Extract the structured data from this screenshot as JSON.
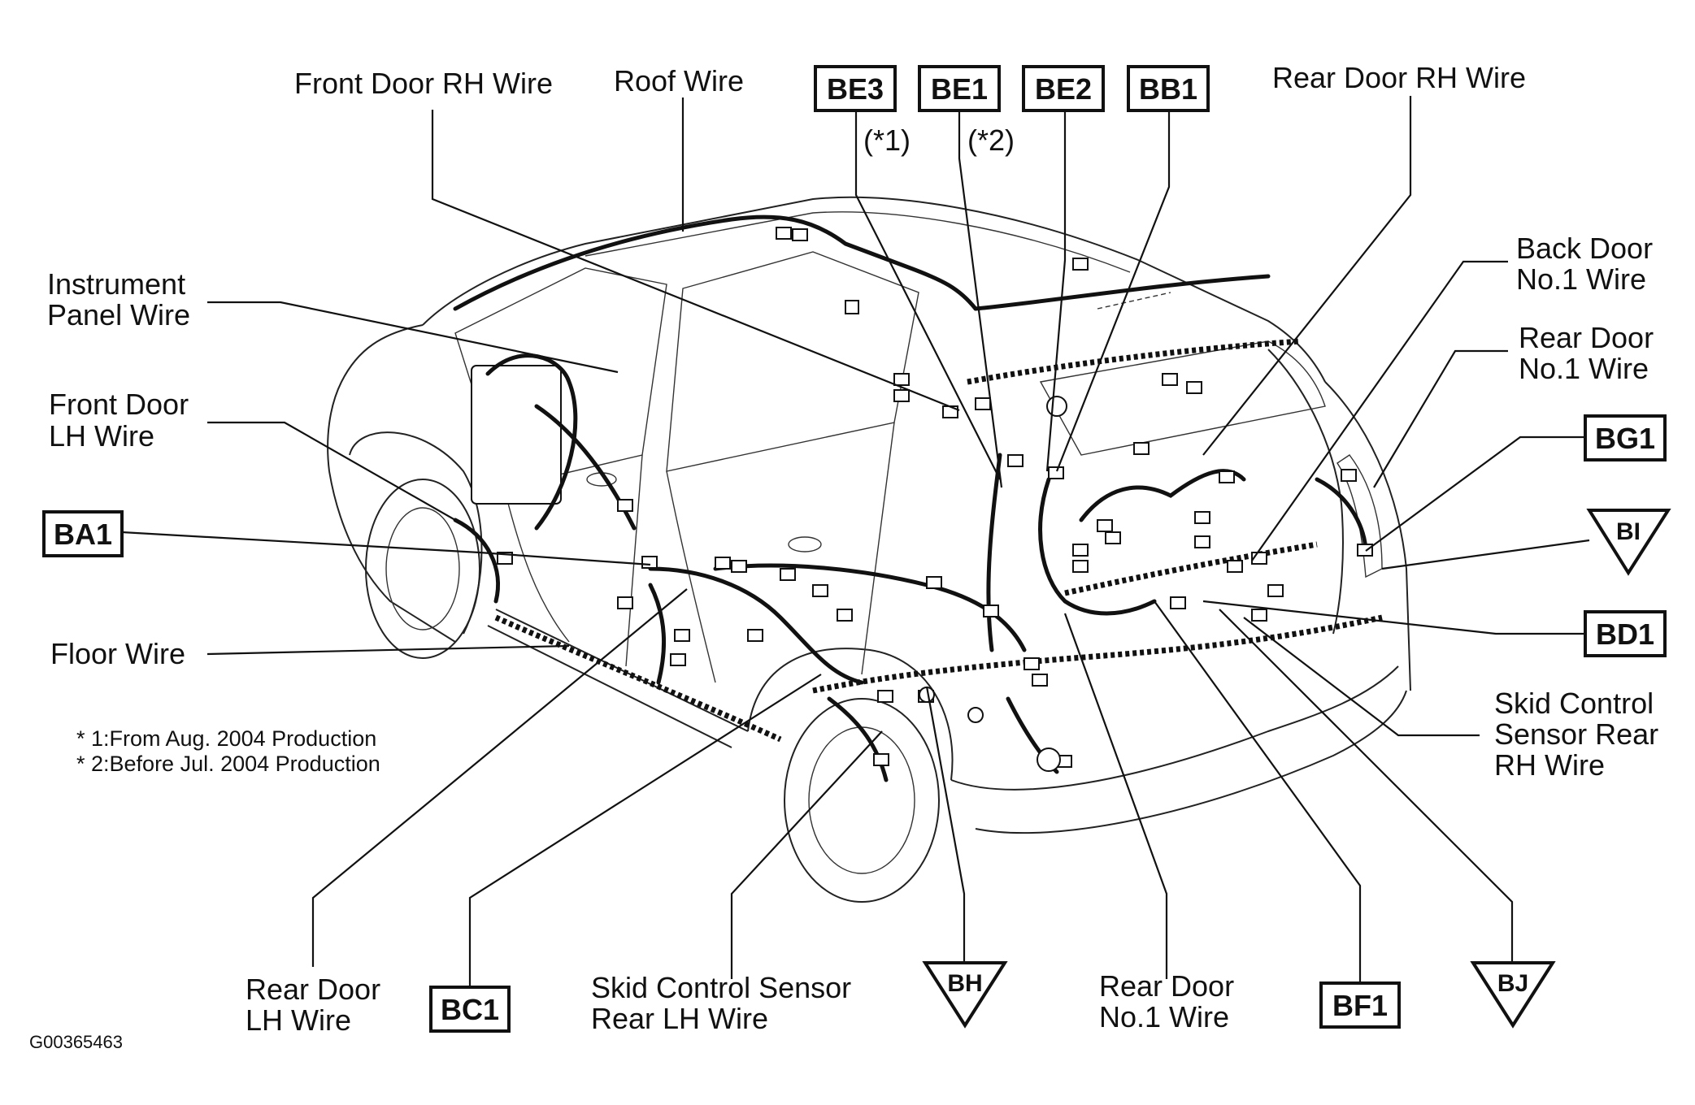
{
  "labels": {
    "front_door_rh_wire": "Front Door RH Wire",
    "roof_wire": "Roof Wire",
    "rear_door_rh_wire": "Rear Door RH Wire",
    "instrument_panel_wire_1": "Instrument",
    "instrument_panel_wire_2": "Panel Wire",
    "front_door_lh_wire_1": "Front Door",
    "front_door_lh_wire_2": "LH Wire",
    "floor_wire": "Floor Wire",
    "back_door_no1_wire_1": "Back Door",
    "back_door_no1_wire_2": "No.1 Wire",
    "rear_door_no1_wire_right_1": "Rear Door",
    "rear_door_no1_wire_right_2": "No.1 Wire",
    "skid_rear_rh_1": "Skid Control",
    "skid_rear_rh_2": "Sensor Rear",
    "skid_rear_rh_3": "RH Wire",
    "rear_door_lh_wire_1": "Rear Door",
    "rear_door_lh_wire_2": "LH Wire",
    "skid_rear_lh_1": "Skid Control Sensor",
    "skid_rear_lh_2": "Rear LH Wire",
    "rear_door_no1_wire_bottom_1": "Rear Door",
    "rear_door_no1_wire_bottom_2": "No.1 Wire"
  },
  "connector_boxes": {
    "be3": "BE3",
    "be1": "BE1",
    "be2": "BE2",
    "bb1": "BB1",
    "ba1": "BA1",
    "bg1": "BG1",
    "bd1": "BD1",
    "bc1": "BC1",
    "bf1": "BF1"
  },
  "connector_triangles": {
    "bi": "BI",
    "bh": "BH",
    "bj": "BJ"
  },
  "qualifiers": {
    "be3": "(*1)",
    "be1": "(*2)"
  },
  "notes": {
    "note1": "* 1:From Aug. 2004 Production",
    "note2": "* 2:Before Jul. 2004 Production"
  },
  "identifier": "G00365463"
}
